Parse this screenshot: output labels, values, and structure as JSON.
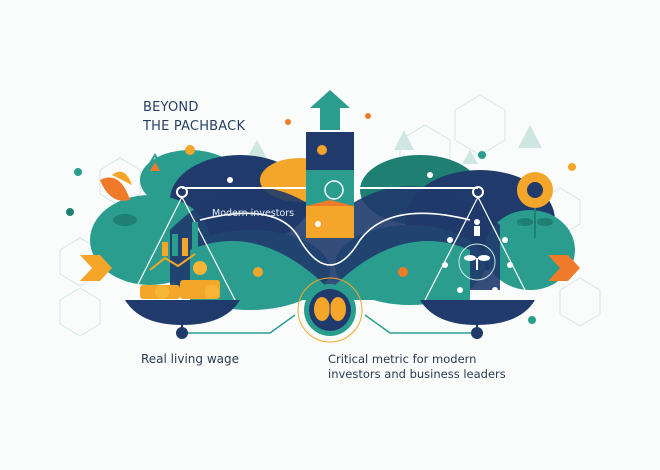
{
  "title": {
    "line1": "BEYOND",
    "line2": "THE PACHBACK"
  },
  "labels": {
    "scale_banner": "Modern investors",
    "left_caption": "Real living wage",
    "right_caption_line1": "Critical metric for modern",
    "right_caption_line2": "investors and business leaders"
  },
  "icons": [
    "up-arrow-icon",
    "stacked-cubes-icon",
    "balance-scale-icon",
    "coins-icon",
    "bar-chart-icon",
    "trend-line-icon",
    "brain-icon",
    "people-circle-icon",
    "sprout-icon",
    "sunflower-icon",
    "leaf-icon",
    "chevron-arrow-icon",
    "warning-triangle-icon"
  ],
  "colors": {
    "navy": "#1f3a6b",
    "teal": "#2a9d8f",
    "dark_teal": "#1e7f72",
    "orange": "#f4a62a",
    "deep_orange": "#ef7b2a",
    "light_teal": "#cfe7e3",
    "background": "#fafcfc"
  }
}
